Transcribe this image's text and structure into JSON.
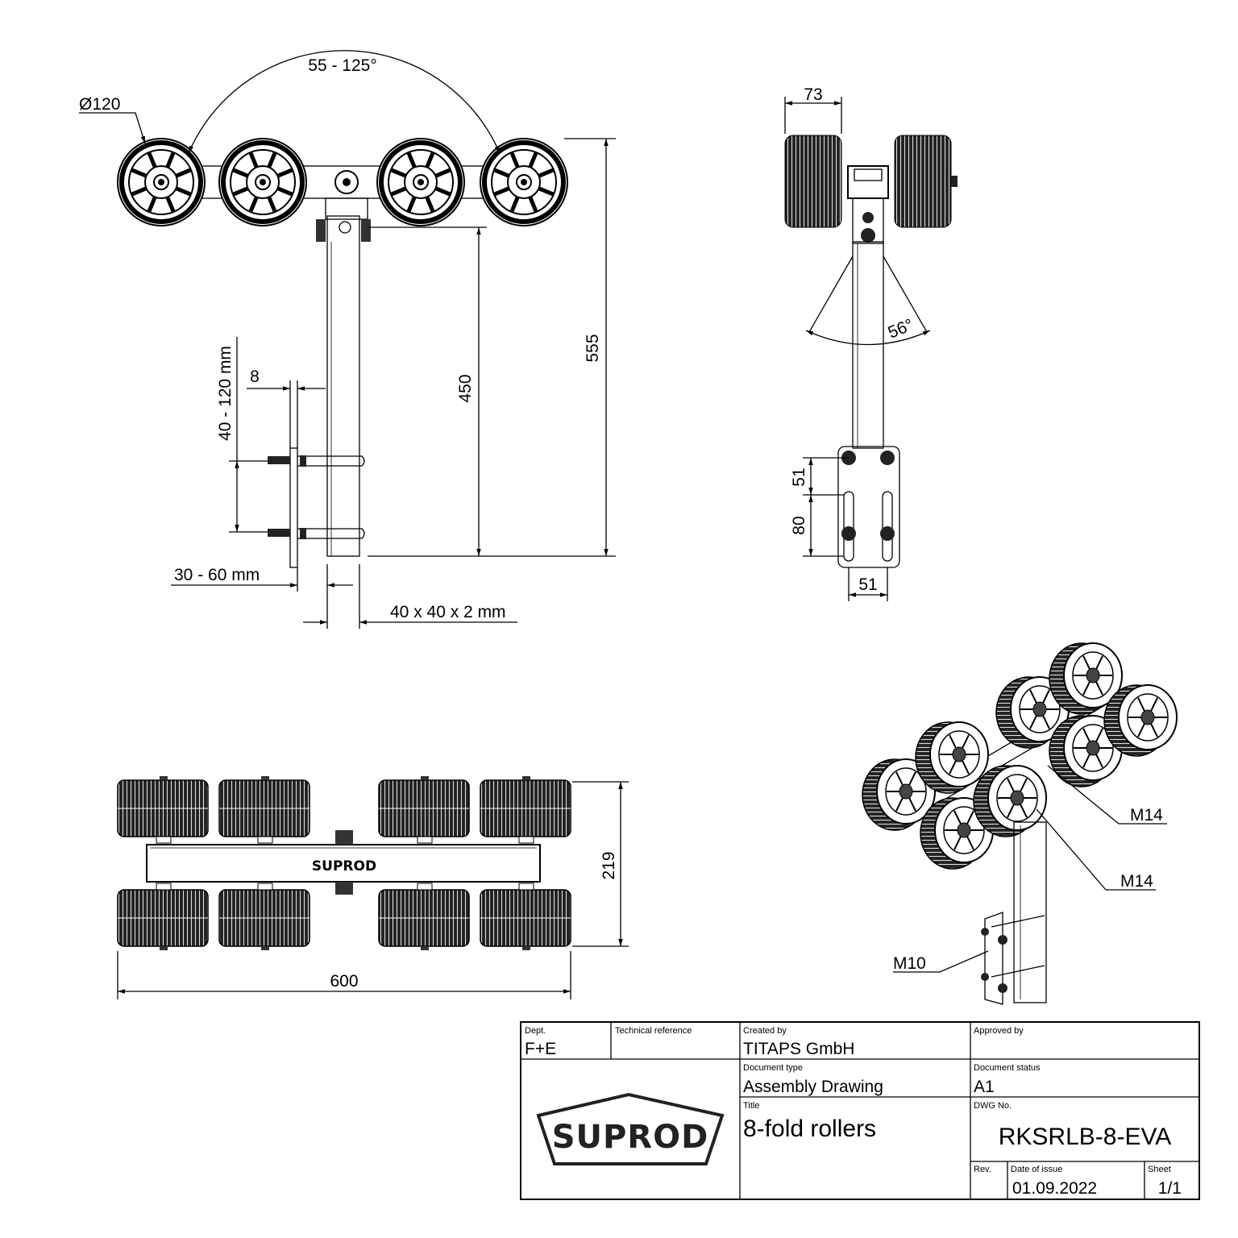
{
  "drawing": {
    "brand_mark": "SUPROD",
    "dimensions": {
      "angle_range": "55 - 125°",
      "wheel_diameter": "Ø120",
      "height_total": "555",
      "height_post": "450",
      "clamp_range": "40 - 120 mm",
      "plate_thickness": "8",
      "offset_range": "30 - 60 mm",
      "tube_profile": "40 x 40 x 2 mm",
      "roller_width": "73",
      "tilt_angle": "56°",
      "hole_spacing_v1": "51",
      "hole_spacing_v2": "80",
      "hole_spacing_h": "51",
      "overall_depth": "219",
      "overall_width": "600"
    },
    "callouts": {
      "bolt_upper": "M14",
      "bolt_mid": "M14",
      "bolt_clamp": "M10"
    }
  },
  "title_block": {
    "dept_label": "Dept.",
    "dept_value": "F+E",
    "tech_ref_label": "Technical reference",
    "tech_ref_value": "",
    "created_label": "Created by",
    "created_value": "TITAPS GmbH",
    "approved_label": "Approved by",
    "approved_value": "",
    "doc_type_label": "Document type",
    "doc_type_value": "Assembly Drawing",
    "doc_status_label": "Document status",
    "doc_status_value": "A1",
    "title_label": "Title",
    "title_value": "8-fold rollers",
    "dwg_label": "DWG No.",
    "dwg_value": "RKSRLB-8-EVA",
    "rev_label": "Rev.",
    "date_label": "Date of issue",
    "date_value": "01.09.2022",
    "sheet_label": "Sheet",
    "sheet_value": "1/1",
    "logo_text": "SUPROD"
  }
}
